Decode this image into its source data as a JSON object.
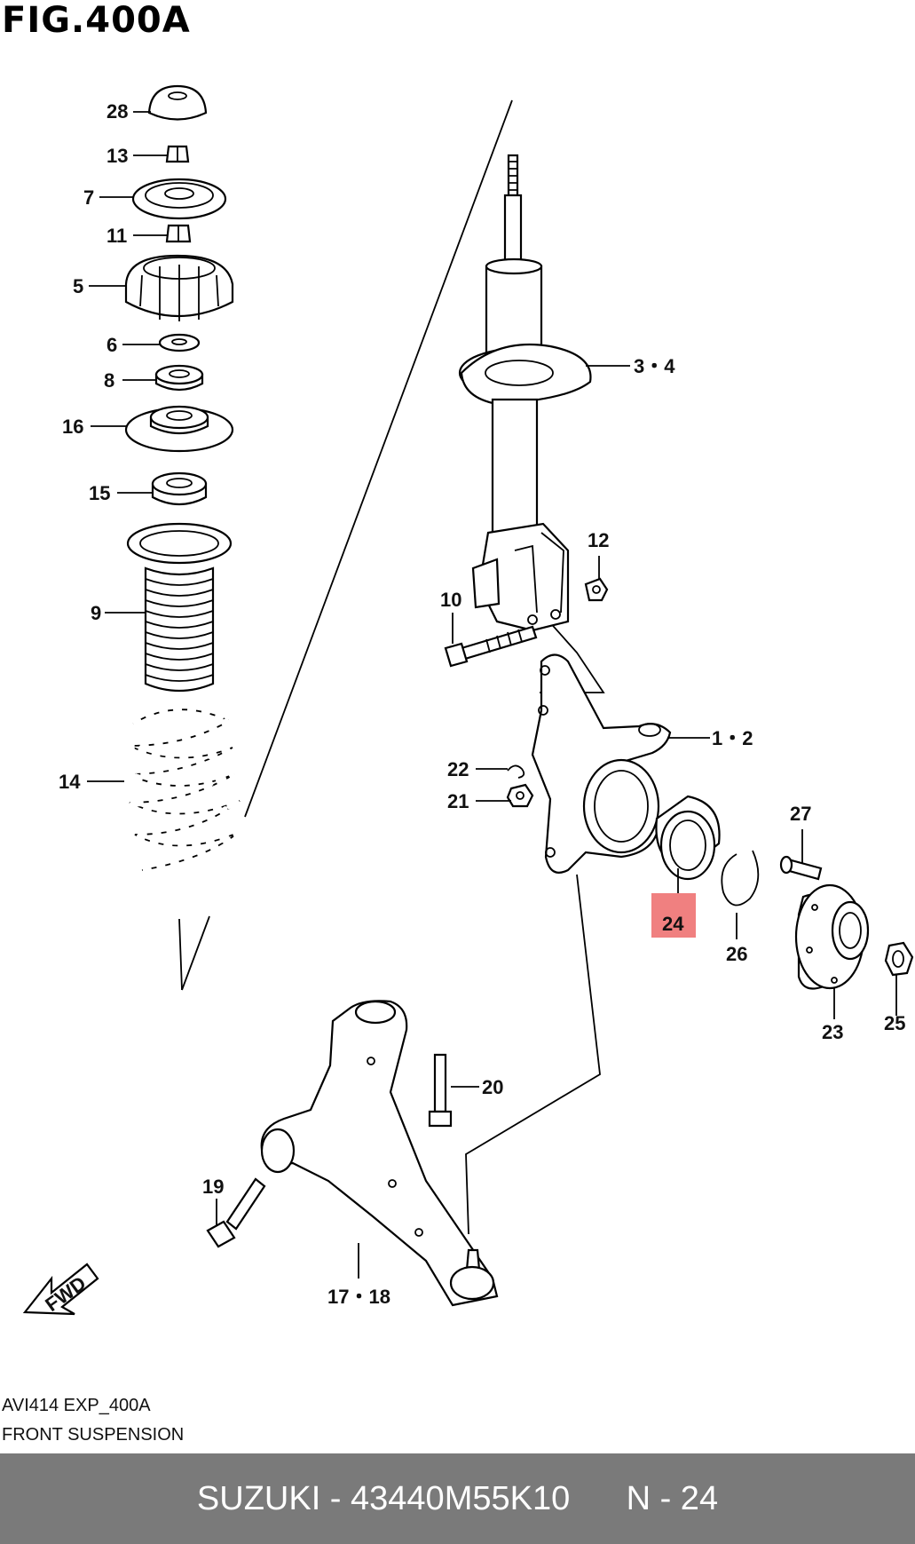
{
  "figure": {
    "title": "FIG.400A",
    "code": "AVI414 EXP_400A",
    "section": "FRONT SUSPENSION",
    "fwd_label": "FWD"
  },
  "callouts": [
    {
      "id": "28",
      "text": "28"
    },
    {
      "id": "13",
      "text": "13"
    },
    {
      "id": "7",
      "text": "7"
    },
    {
      "id": "11",
      "text": "11"
    },
    {
      "id": "5",
      "text": "5"
    },
    {
      "id": "6",
      "text": "6"
    },
    {
      "id": "8",
      "text": "8"
    },
    {
      "id": "16",
      "text": "16"
    },
    {
      "id": "15",
      "text": "15"
    },
    {
      "id": "9",
      "text": "9"
    },
    {
      "id": "14",
      "text": "14"
    },
    {
      "id": "3-4",
      "text": "3・4"
    },
    {
      "id": "12",
      "text": "12"
    },
    {
      "id": "10",
      "text": "10"
    },
    {
      "id": "1-2",
      "text": "1・2"
    },
    {
      "id": "22",
      "text": "22"
    },
    {
      "id": "21",
      "text": "21"
    },
    {
      "id": "27",
      "text": "27"
    },
    {
      "id": "24",
      "text": "24",
      "highlight": true
    },
    {
      "id": "26",
      "text": "26"
    },
    {
      "id": "23",
      "text": "23"
    },
    {
      "id": "25",
      "text": "25"
    },
    {
      "id": "20",
      "text": "20"
    },
    {
      "id": "19",
      "text": "19"
    },
    {
      "id": "17-18",
      "text": "17・18"
    }
  ],
  "colors": {
    "highlight": "#f08080",
    "footer_bg": "#7a7a7a",
    "footer_text": "#ffffff"
  },
  "footer": {
    "brand_part": "SUZUKI - 43440M55K10",
    "page_ref": "N - 24"
  }
}
